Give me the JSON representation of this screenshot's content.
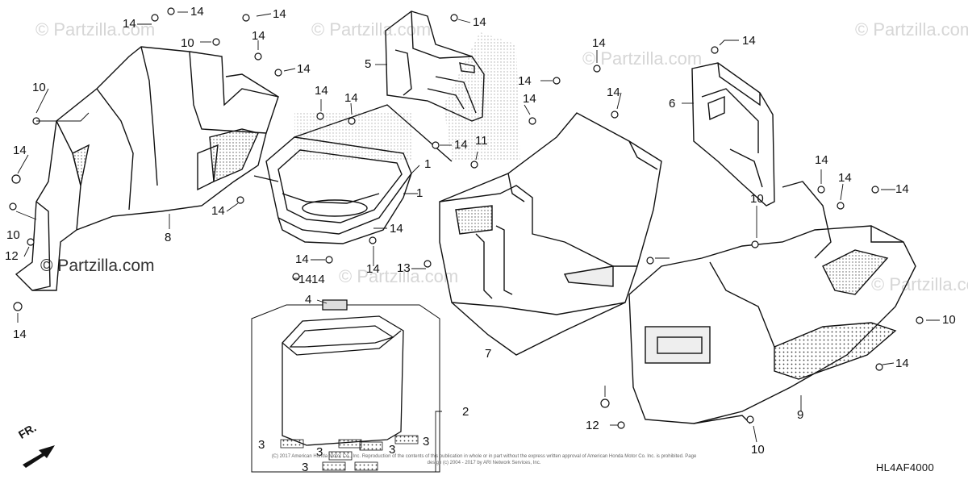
{
  "watermarks": {
    "site": "© Partzilla.com"
  },
  "diagram_code": "HL4AF4000",
  "direction_label": "FR.",
  "copyright_text": "(C) 2017 American Honda Motor Co., Inc. Reproduction of the contents of this publication in whole or in part without the express written approval of American Honda Motor Co. Inc. is prohibited. Page design (c) 2004 - 2017 by ARI Network Services, Inc.",
  "callouts": {
    "c1": "14",
    "c2": "14",
    "c3": "14",
    "c4": "10",
    "c5": "14",
    "c6": "14",
    "c7": "10",
    "c8": "14",
    "c9": "10",
    "c10": "12",
    "c11": "14",
    "c12": "8",
    "c13": "14",
    "c14": "14",
    "c15": "14",
    "c16": "1",
    "c17": "1",
    "c18": "14",
    "c19": "14",
    "c20": "14",
    "c21": "5",
    "c22": "14",
    "c23": "14",
    "c24": "11",
    "c25": "14",
    "c26": "14",
    "c27": "13",
    "c28": "7",
    "c29": "4",
    "c30": "2",
    "c31": "3",
    "c32": "3",
    "c33": "3",
    "c34": "3",
    "c35": "3",
    "c36": "14",
    "c37": "6",
    "c38": "14",
    "c39": "14",
    "c40": "14",
    "c41": "10",
    "c42": "14",
    "c43": "10",
    "c44": "14",
    "c45": "14",
    "c46": "12",
    "c47": "9",
    "c48": "10",
    "c49": "14",
    "c50": "14"
  }
}
